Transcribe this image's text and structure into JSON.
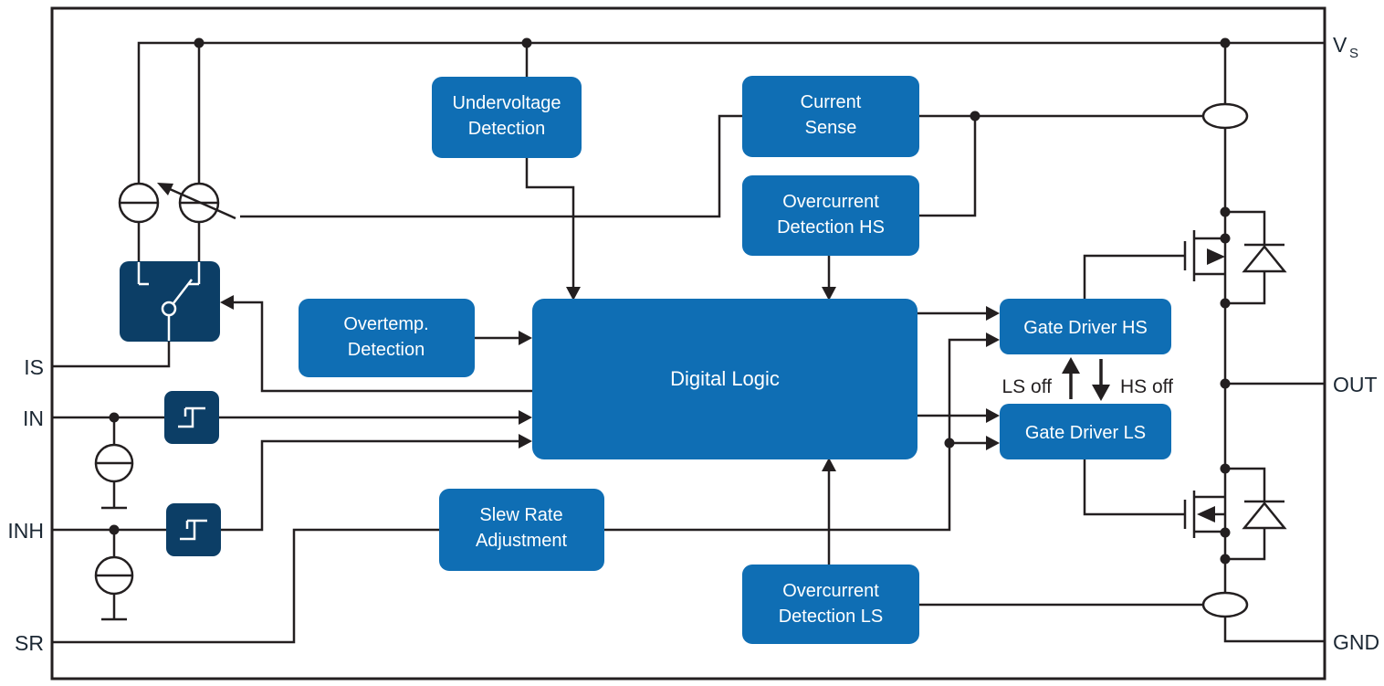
{
  "diagram": {
    "type": "functional-block-diagram",
    "pins": {
      "vs_main": "V",
      "vs_sub": "S",
      "out": "OUT",
      "gnd": "GND",
      "is": "IS",
      "in": "IN",
      "inh": "INH",
      "sr": "SR"
    },
    "blocks": {
      "undervoltage": {
        "line1": "Undervoltage",
        "line2": "Detection"
      },
      "current_sense": {
        "line1": "Current",
        "line2": "Sense"
      },
      "oc_hs": {
        "line1": "Overcurrent",
        "line2": "Detection HS"
      },
      "overtemp": {
        "line1": "Overtemp.",
        "line2": "Detection"
      },
      "digital_logic": {
        "line1": "Digital Logic"
      },
      "slew_rate": {
        "line1": "Slew Rate",
        "line2": "Adjustment"
      },
      "oc_ls": {
        "line1": "Overcurrent",
        "line2": "Detection LS"
      },
      "gate_hs": {
        "line1": "Gate Driver HS"
      },
      "gate_ls": {
        "line1": "Gate Driver LS"
      }
    },
    "annotations": {
      "ls_off": "LS off",
      "hs_off": "HS off"
    },
    "icons": [
      "current-source-icon",
      "variable-current-source-icon",
      "is-switch-icon",
      "schmitt-trigger-icon",
      "mosfet-icon",
      "body-diode-icon",
      "current-sense-ellipse-icon",
      "junction-dot"
    ],
    "colors": {
      "block_fill": "#0F6EB4",
      "dark_block_fill": "#0C3E66",
      "wire": "#231F20",
      "pin_text": "#1B2733",
      "block_text": "#FFFFFF",
      "background": "#FFFFFF"
    }
  }
}
